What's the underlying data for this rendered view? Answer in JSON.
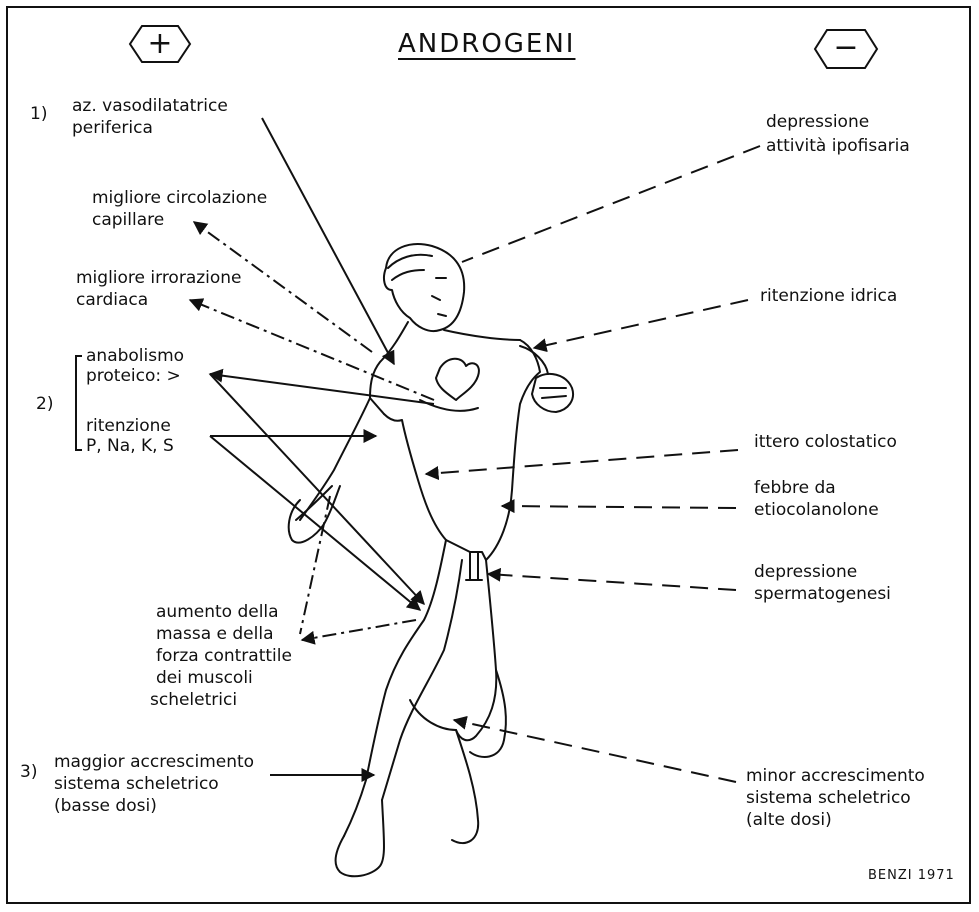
{
  "title": "ANDROGENI",
  "positive_sign": "+",
  "negative_sign": "−",
  "left": {
    "item1_number": "1)",
    "item1_line1": "az. vasodilatatrice",
    "item1_line2": "periferica",
    "cap_line1": "migliore circolazione",
    "cap_line2": "capillare",
    "card_line1": "migliore irrorazione",
    "card_line2": "cardiaca",
    "item2_number": "2)",
    "anab_line1": "anabolismo",
    "anab_line2": "proteico: >",
    "rit_line1": "ritenzione",
    "rit_line2": "P, Na, K, S",
    "muscle_line1": "aumento della",
    "muscle_line2": "massa e della",
    "muscle_line3": "forza contrattile",
    "muscle_line4": "dei muscoli",
    "muscle_line5": "scheletrici",
    "item3_number": "3)",
    "grow_line1": "maggior accrescimento",
    "grow_line2": "sistema scheletrico",
    "grow_line3": "(basse dosi)"
  },
  "right": {
    "ipo_line1": "depressione",
    "ipo_line2": "attività ipofisaria",
    "idrica": "ritenzione idrica",
    "ittero": "ittero colostatico",
    "febbre_line1": "febbre da",
    "febbre_line2": "etiocolanolone",
    "sperm_line1": "depressione",
    "sperm_line2": "spermatogenesi",
    "minor_line1": "minor accrescimento",
    "minor_line2": "sistema scheletrico",
    "minor_line3": "(alte dosi)"
  },
  "signature": "BENZI 1971"
}
